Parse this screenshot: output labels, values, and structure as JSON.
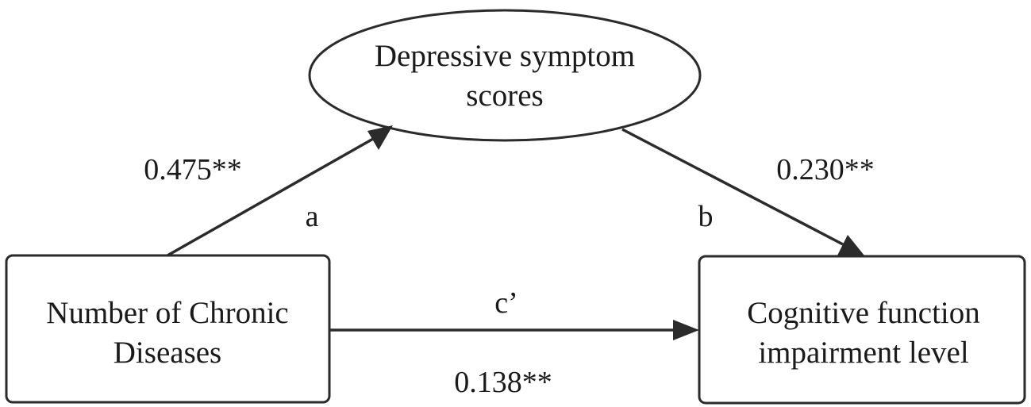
{
  "nodes": {
    "mediator": {
      "lines": [
        "Depressive symptom",
        "scores"
      ]
    },
    "independent": {
      "lines": [
        "Number of Chronic",
        "Diseases"
      ]
    },
    "dependent": {
      "lines": [
        "Cognitive function",
        "impairment level"
      ]
    }
  },
  "paths": {
    "a": {
      "label": "a",
      "coefficient": "0.475**"
    },
    "b": {
      "label": "b",
      "coefficient": "0.230**"
    },
    "c_prime": {
      "label": "c’",
      "coefficient": "0.138**"
    }
  },
  "colors": {
    "stroke": "#2b2b2b",
    "text": "#1a1a1a",
    "background": "#ffffff"
  }
}
